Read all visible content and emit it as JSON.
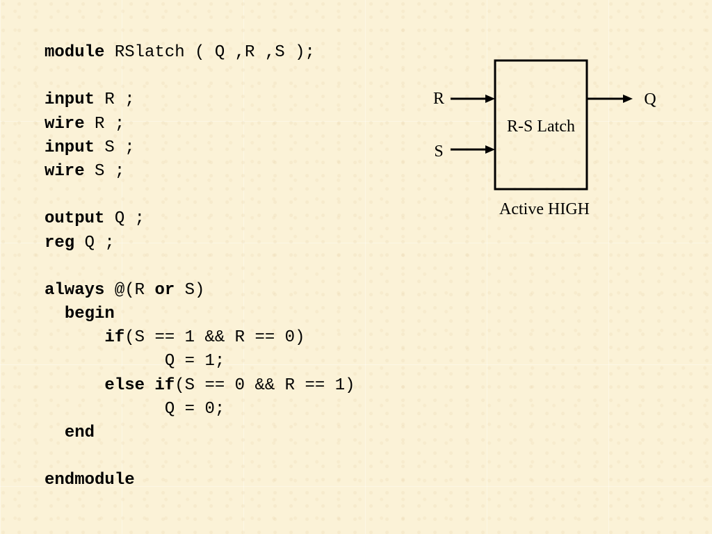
{
  "code": {
    "lines": [
      [
        {
          "t": "module",
          "kw": true
        },
        {
          "t": " RSlatch ( Q ,R ,S );",
          "kw": false
        }
      ],
      [],
      [
        {
          "t": "input",
          "kw": true
        },
        {
          "t": " R ;",
          "kw": false
        }
      ],
      [
        {
          "t": "wire",
          "kw": true
        },
        {
          "t": " R ;",
          "kw": false
        }
      ],
      [
        {
          "t": "input",
          "kw": true
        },
        {
          "t": " S ;",
          "kw": false
        }
      ],
      [
        {
          "t": "wire",
          "kw": true
        },
        {
          "t": " S ;",
          "kw": false
        }
      ],
      [],
      [
        {
          "t": "output",
          "kw": true
        },
        {
          "t": " Q ;",
          "kw": false
        }
      ],
      [
        {
          "t": "reg",
          "kw": true
        },
        {
          "t": " Q ;",
          "kw": false
        }
      ],
      [],
      [
        {
          "t": "always",
          "kw": true
        },
        {
          "t": " @(R ",
          "kw": false
        },
        {
          "t": "or",
          "kw": true
        },
        {
          "t": " S)",
          "kw": false
        }
      ],
      [
        {
          "t": "  ",
          "kw": false
        },
        {
          "t": "begin",
          "kw": true
        }
      ],
      [
        {
          "t": "      ",
          "kw": false
        },
        {
          "t": "if",
          "kw": true
        },
        {
          "t": "(S == 1 && R == 0)",
          "kw": false
        }
      ],
      [
        {
          "t": "            Q = 1;",
          "kw": false
        }
      ],
      [
        {
          "t": "      ",
          "kw": false
        },
        {
          "t": "else if",
          "kw": true
        },
        {
          "t": "(S == 0 && R == 1)",
          "kw": false
        }
      ],
      [
        {
          "t": "            Q = 0;",
          "kw": false
        }
      ],
      [
        {
          "t": "  ",
          "kw": false
        },
        {
          "t": "end",
          "kw": true
        }
      ],
      [],
      [
        {
          "t": "endmodule",
          "kw": true
        }
      ]
    ]
  },
  "diagram": {
    "block_label": "R-S Latch",
    "input_r_label": "R",
    "input_s_label": "S",
    "output_q_label": "Q",
    "caption": "Active HIGH"
  }
}
